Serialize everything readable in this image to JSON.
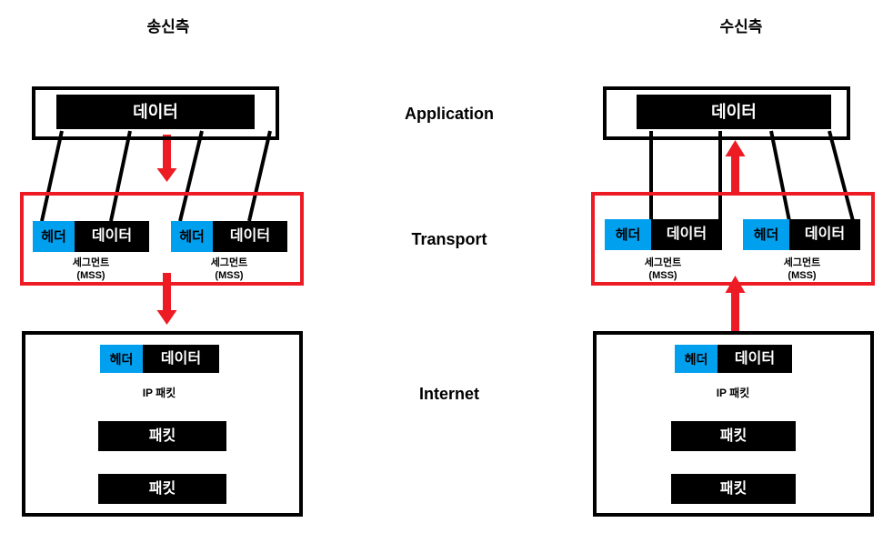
{
  "diagram": {
    "title_left": "송신측",
    "title_right": "수신측",
    "colors": {
      "header_blue": "#00A0EF",
      "data_black": "#000000",
      "transport_red": "#ED1C24",
      "frame_black": "#000000",
      "background": "#FFFFFF"
    },
    "layer_labels": [
      {
        "name": "application",
        "text": "Application"
      },
      {
        "name": "transport",
        "text": "Transport"
      },
      {
        "name": "internet",
        "text": "Internet"
      }
    ],
    "labels": {
      "data": "데이터",
      "header": "헤더",
      "packet": "패킷",
      "segment_caption": "세그먼트\n(MSS)",
      "ip_packet_caption": "IP 패킷"
    },
    "sender": {
      "application": {
        "data_block": "데이터"
      },
      "transport": {
        "segments": [
          {
            "header": "헤더",
            "data": "데이터",
            "caption": "세그먼트\n(MSS)"
          },
          {
            "header": "헤더",
            "data": "데이터",
            "caption": "세그먼트\n(MSS)"
          }
        ]
      },
      "internet": {
        "ip_packet": {
          "header": "헤더",
          "data": "데이터",
          "caption": "IP 패킷"
        },
        "packets": [
          "패킷",
          "패킷"
        ]
      },
      "flow_direction": "down"
    },
    "receiver": {
      "application": {
        "data_block": "데이터"
      },
      "transport": {
        "segments": [
          {
            "header": "헤더",
            "data": "데이터",
            "caption": "세그먼트\n(MSS)"
          },
          {
            "header": "헤더",
            "data": "데이터",
            "caption": "세그먼트\n(MSS)"
          }
        ]
      },
      "internet": {
        "ip_packet": {
          "header": "헤더",
          "data": "데이터",
          "caption": "IP 패킷"
        },
        "packets": [
          "패킷",
          "패킷"
        ]
      },
      "flow_direction": "up"
    }
  }
}
